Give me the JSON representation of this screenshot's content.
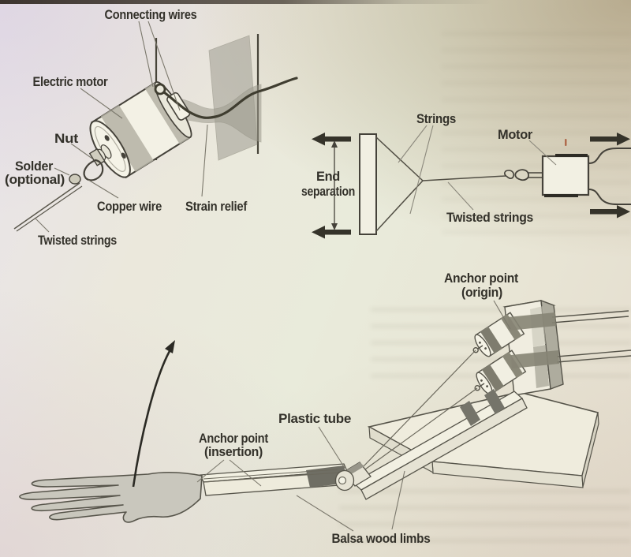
{
  "figure": {
    "description": "Book figure: twisted-string actuator built from an electric motor, and a balsa-wood robotic arm test rig",
    "diagrams": {
      "motor_assembly": {
        "labels": {
          "connecting_wires": "Connecting wires",
          "electric_motor": "Electric motor",
          "nut": "Nut",
          "solder_line1": "Solder",
          "solder_line2": "(optional)",
          "copper_wire": "Copper wire",
          "strain_relief": "Strain relief",
          "twisted_strings": "Twisted strings"
        }
      },
      "string_twisting": {
        "labels": {
          "strings": "Strings",
          "motor": "Motor",
          "end_separation_line1": "End",
          "end_separation_line2": "separation",
          "twisted_strings": "Twisted strings"
        }
      },
      "robotic_arm": {
        "labels": {
          "anchor_origin_line1": "Anchor point",
          "anchor_origin_line2": "(origin)",
          "plastic_tube": "Plastic tube",
          "anchor_insertion_line1": "Anchor point",
          "anchor_insertion_line2": "(insertion)",
          "balsa_wood_limbs": "Balsa wood limbs"
        }
      }
    },
    "colors": {
      "ink": "#33312a",
      "line": "#4a473b",
      "leader": "#7b786c",
      "tape_gray": "#a7a59a",
      "strap_dark": "#807e6e",
      "hand_fill": "#c9c7bd",
      "paper_cream": "#eae8da",
      "paper_lavender": "#e8e3ea",
      "shadow_brown": "#8c7c55"
    }
  }
}
